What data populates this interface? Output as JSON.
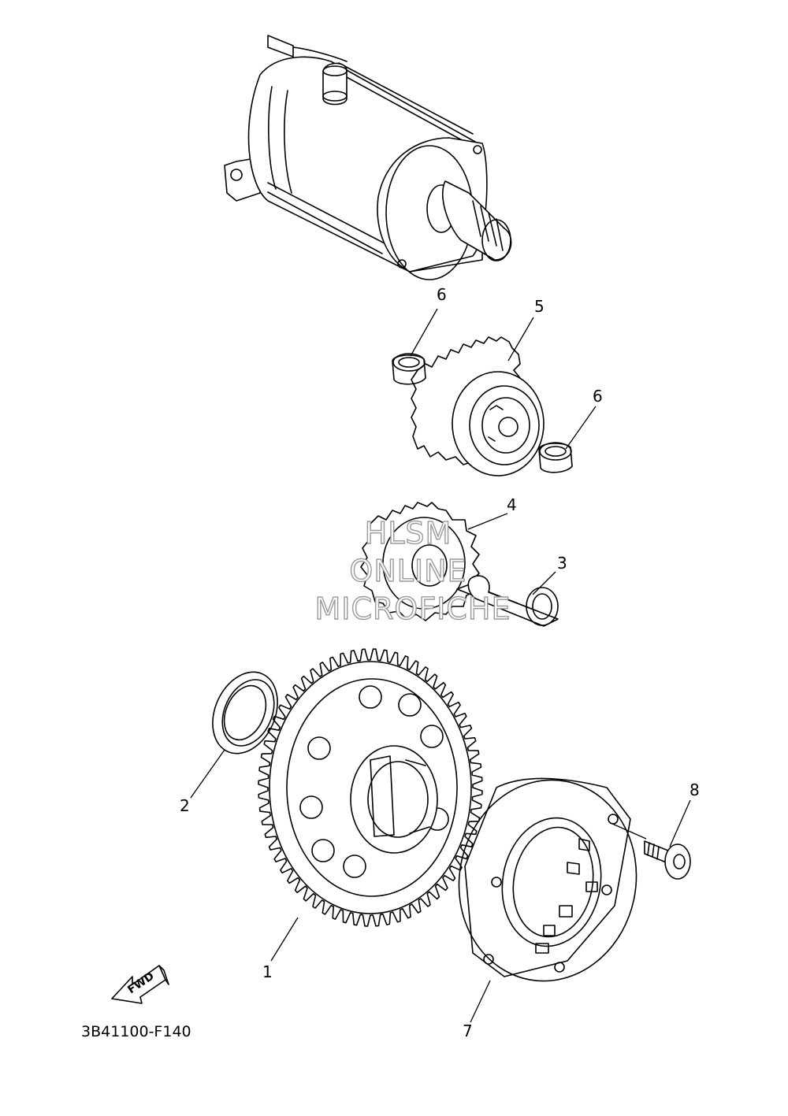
{
  "diagram": {
    "catalog_code": "3B41100-F140",
    "forward_label": "FWD",
    "watermark": [
      "HLSM",
      "ONLINE",
      "MICROFICHE"
    ],
    "callouts": [
      {
        "id": "c1",
        "label": "1"
      },
      {
        "id": "c2",
        "label": "2"
      },
      {
        "id": "c3",
        "label": "3"
      },
      {
        "id": "c4",
        "label": "4"
      },
      {
        "id": "c5",
        "label": "5"
      },
      {
        "id": "c6a",
        "label": "6"
      },
      {
        "id": "c6b",
        "label": "6"
      },
      {
        "id": "c7",
        "label": "7"
      },
      {
        "id": "c8",
        "label": "8"
      }
    ]
  }
}
